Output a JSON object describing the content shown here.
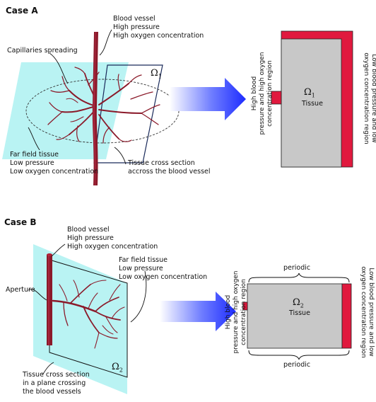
{
  "case_a": {
    "title": "Case A",
    "blood_vessel": "Blood vessel\nHigh pressure\nHigh oxygen concentration",
    "capillaries": "Capillaries spreading",
    "far_field": "Far field tissue\nLow pressure\nLow oxygen concentration",
    "cross_section": "Tissue cross section\naccross the blood vessel",
    "omega_left": "Ω",
    "omega_sub": "1",
    "right_high": "High blood\npressure and high oxygen\nconcentration region",
    "right_low": "Low blood pressure and low\noxygen concentration region",
    "omega_box": "Ω",
    "omega_box_sub": "1",
    "tissue": "Tissue"
  },
  "case_b": {
    "title": "Case B",
    "blood_vessel": "Blood vessel\nHigh pressure\nHigh oxygen concentration",
    "far_field": "Far field tissue\nLow pressure\nLow oxygen concentration",
    "aperture": "Aperture",
    "cross_section": "Tissue cross section\nin a plane crossing\nthe blood vessels",
    "omega_left": "Ω",
    "omega_sub": "2",
    "right_high": "High blood\npressure and high oxygen\nconcentration region",
    "right_low": "Low blood pressure and low\noxygen concentration region",
    "periodic_top": "periodic",
    "periodic_bottom": "periodic",
    "omega_box": "Ω",
    "omega_box_sub": "2",
    "tissue": "Tissue"
  },
  "colors": {
    "plane": "#b9f3f3",
    "vessel": "#8b1a2a",
    "red_region": "#e0193e",
    "tissue_fill": "#c8c8c8",
    "arrow": "#2a3bff"
  }
}
